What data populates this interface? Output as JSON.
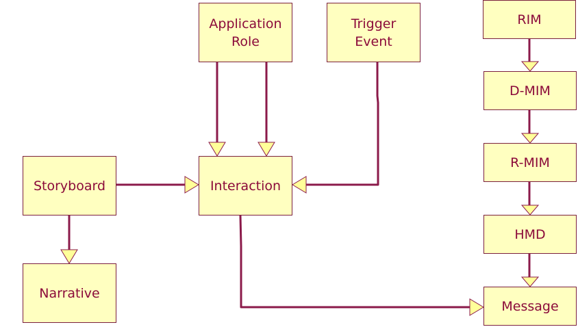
{
  "boxes": {
    "application_role": "Application\nRole",
    "trigger_event": "Trigger\nEvent",
    "rim": "RIM",
    "d_mim": "D-MIM",
    "r_mim": "R-MIM",
    "hmd": "HMD",
    "message": "Message",
    "storyboard": "Storyboard",
    "interaction": "Interaction",
    "narrative": "Narrative"
  },
  "colors": {
    "box_fill": "#ffffc0",
    "box_border": "#7a1f3d",
    "text": "#8b0a3a",
    "connector": "#8b1a4a",
    "arrowhead_fill": "#ffff99"
  }
}
